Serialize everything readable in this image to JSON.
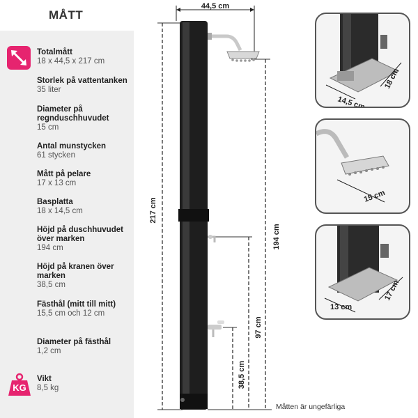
{
  "title": "MÅTT",
  "specs": [
    {
      "label": "Totalmått",
      "value": "18 x 44,5 x 217 cm"
    },
    {
      "label": "Storlek på vattentanken",
      "value": "35 liter"
    },
    {
      "label": "Diameter på regnduschhuvudet",
      "value": "15 cm"
    },
    {
      "label": "Antal munstycken",
      "value": "61 stycken"
    },
    {
      "label": "Mått på pelare",
      "value": "17 x 13 cm"
    },
    {
      "label": "Basplatta",
      "value": "18 x 14,5 cm"
    },
    {
      "label": "Höjd på duschhuvudet över marken",
      "value": "194 cm"
    },
    {
      "label": "Höjd på kranen över marken",
      "value": "38,5 cm"
    },
    {
      "label": "Fästhål (mitt till mitt)",
      "value": "15,5 cm och 12 cm"
    },
    {
      "label": "Diameter på fästhål",
      "value": "1,2 cm"
    },
    {
      "label": "Vikt",
      "value": "8,5 kg"
    }
  ],
  "icons": {
    "total_size": "diagonal-arrow-icon",
    "weight": "kg-weight-icon",
    "accent_color": "#e6246f"
  },
  "weight_icon_text": "KG",
  "dimensions": {
    "width": "44,5 cm",
    "height_total": "217 cm",
    "height_shower": "194 cm",
    "height_tap_mid": "97 cm",
    "height_tap_low": "38,5 cm"
  },
  "details": {
    "base_top": {
      "width": "14,5 cm",
      "depth": "18 cm"
    },
    "shower_head": {
      "diameter": "15 cm"
    },
    "base_bottom": {
      "width": "13 cm",
      "depth": "17 cm"
    }
  },
  "footnote": "Måtten är ungefärliga"
}
